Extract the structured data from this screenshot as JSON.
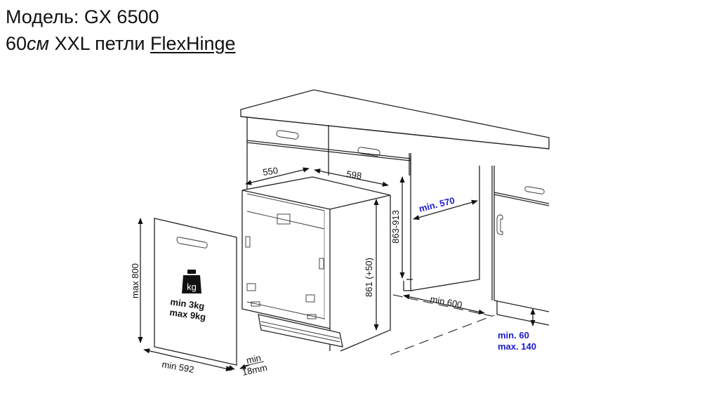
{
  "header": {
    "model_line": "Модель: GX 6500",
    "size_prefix": "60",
    "size_unit": "см",
    "size_rest": " XXL петли ",
    "hinge_name": "FlexHinge"
  },
  "diagram": {
    "depth_label": "550",
    "width_label": "598",
    "niche_height_label": "863-913",
    "appliance_height_label": "861 (+50)",
    "niche_depth_label": "min. 570",
    "floor_depth_label": "min 600",
    "plinth_min_label": "min. 60",
    "plinth_max_label": "max. 140",
    "panel_height_label": "max  800",
    "panel_width_label": "min 592",
    "panel_thickness_min": "min",
    "panel_thickness_value": "18mm",
    "weight_icon_label": "kg",
    "weight_min_label": "min  3kg",
    "weight_max_label": "max 9kg"
  },
  "colors": {
    "text": "#111111",
    "accent_blue": "#1a1ad0",
    "background": "#ffffff"
  }
}
